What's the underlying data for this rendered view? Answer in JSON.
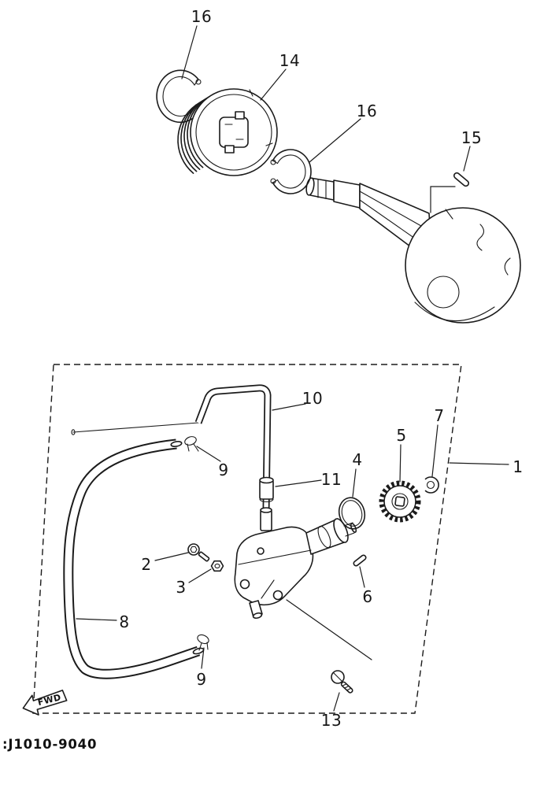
{
  "colors": {
    "ink": "#1b1b1b",
    "background": "#ffffff"
  },
  "footer": {
    "part_code": ":J1010-9040"
  },
  "fwd_arrow": {
    "label": "FWD"
  },
  "callouts": {
    "c16_top": "16",
    "c14": "14",
    "c16_shaft": "16",
    "c15": "15",
    "c10": "10",
    "c9_upper": "9",
    "c11": "11",
    "c4": "4",
    "c5": "5",
    "c7": "7",
    "c1": "1",
    "c2": "2",
    "c3": "3",
    "c6": "6",
    "c8": "8",
    "c9_lower": "9",
    "c13": "13"
  }
}
